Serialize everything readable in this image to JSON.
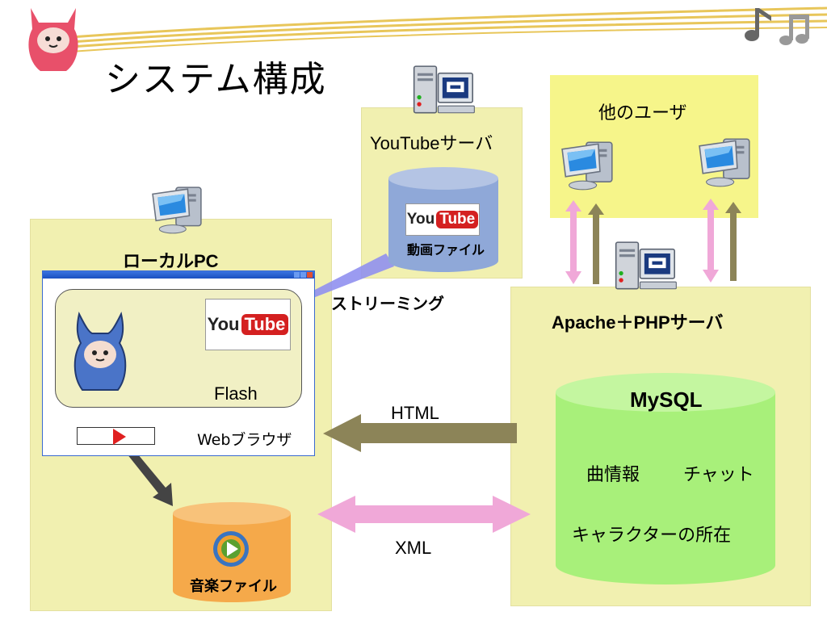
{
  "slide": {
    "title": "システム構成"
  },
  "local_pc": {
    "label": "ローカルPC",
    "browser_label": "Webブラウザ",
    "flash_label": "Flash",
    "music_label": "音楽ファイル"
  },
  "youtube_server": {
    "label": "YouTubeサーバ",
    "video_label": "動画ファイル",
    "logo_you": "You",
    "logo_tube": "Tube"
  },
  "other_users": {
    "label": "他のユーザ"
  },
  "apache_server": {
    "label": "Apache＋PHPサーバ",
    "db_title": "MySQL",
    "db_item1": "曲情報",
    "db_item2": "チャット",
    "db_item3": "キャラクターの所在"
  },
  "flows": {
    "streaming": "ストリーミング",
    "html": "HTML",
    "xml": "XML"
  },
  "colors": {
    "box_pale": "#f1f0b0",
    "box_bright": "#f6f58a",
    "db_blue": "#8fa8d8",
    "db_green": "#a8f07a",
    "db_orange": "#f5a94a",
    "arrow_olive": "#8c8458",
    "arrow_pink": "#f0a8d8",
    "arrow_blue": "#9090f0",
    "youtube_red": "#d42020"
  },
  "icons": [
    "monitor-icon",
    "server-icon",
    "character-icon",
    "music-notes-icon",
    "media-player-icon",
    "play-icon"
  ]
}
